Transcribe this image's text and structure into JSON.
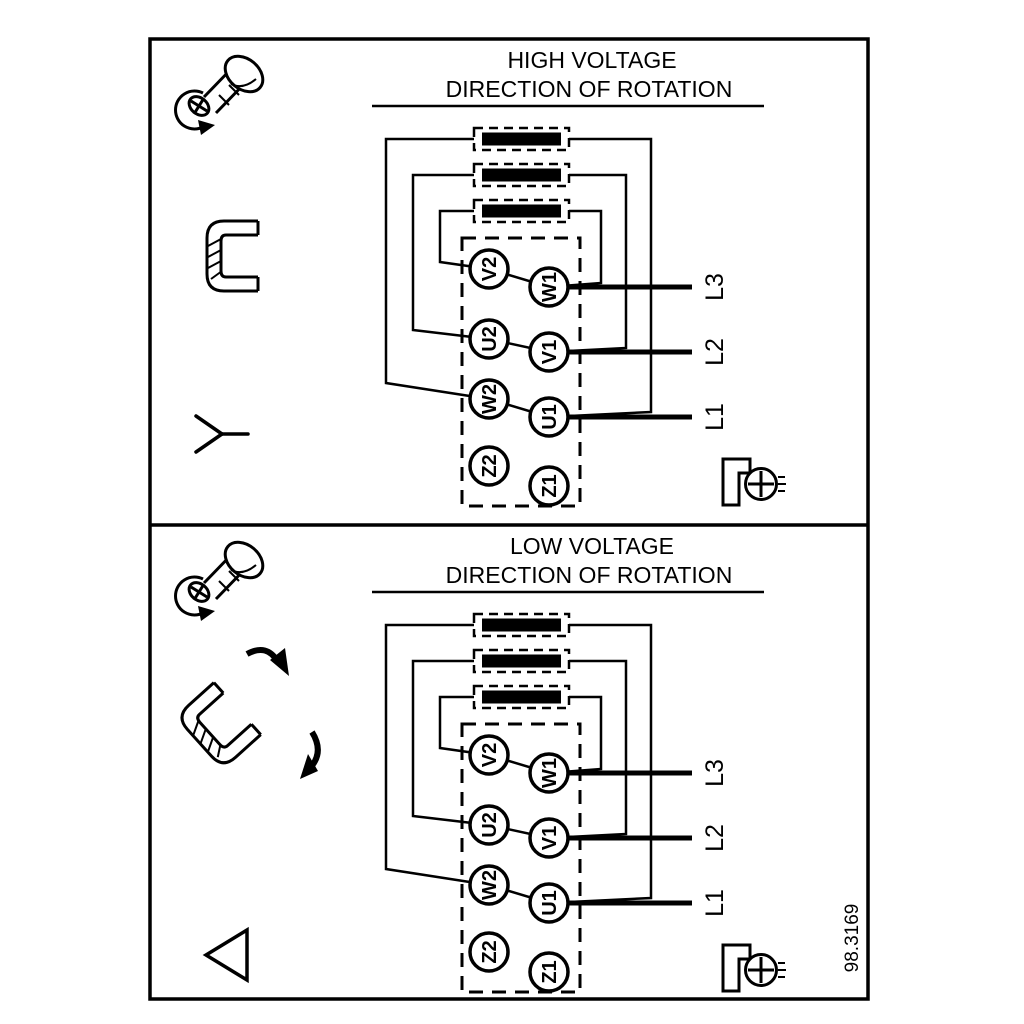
{
  "figure_number": "98.3169",
  "colors": {
    "ink": "#000000",
    "background": "#ffffff"
  },
  "icons": {
    "screw": "phillips-screw-with-rotation-arrow",
    "bridge": "terminal-bridge-clip",
    "bridge_removal": "bridge-removal-arrows",
    "high_connection_symbol": "star",
    "low_connection_symbol": "delta",
    "corner": "cable-gland-screw"
  },
  "panels": [
    {
      "id": "high-voltage",
      "title_line1": "HIGH VOLTAGE",
      "title_line2": "DIRECTION OF ROTATION",
      "connection": "star",
      "terminals_left": [
        "V2",
        "U2",
        "W2",
        "Z2"
      ],
      "terminals_right": [
        "W1",
        "V1",
        "U1",
        "Z1"
      ],
      "line_labels": [
        "L3",
        "L2",
        "L1"
      ]
    },
    {
      "id": "low-voltage",
      "title_line1": "LOW VOLTAGE",
      "title_line2": "DIRECTION OF ROTATION",
      "connection": "delta",
      "terminals_left": [
        "V2",
        "U2",
        "W2",
        "Z2"
      ],
      "terminals_right": [
        "W1",
        "V1",
        "U1",
        "Z1"
      ],
      "line_labels": [
        "L3",
        "L2",
        "L1"
      ]
    }
  ]
}
